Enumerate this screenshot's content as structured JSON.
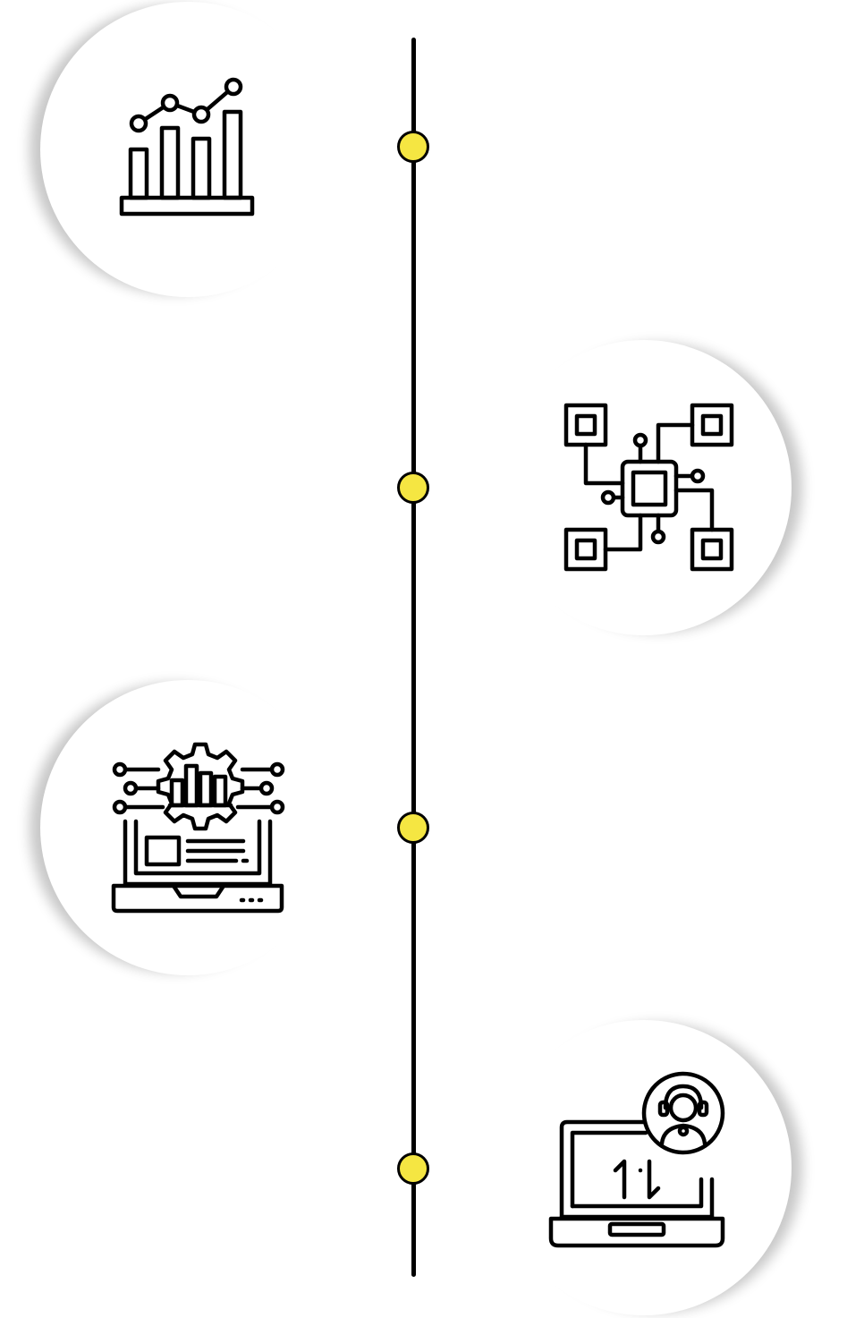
{
  "colors": {
    "line": "#000000",
    "node_fill": "#f5e642",
    "stroke": "#000000",
    "bubble": "#ffffff"
  },
  "steps": [
    {
      "side": "left",
      "icon": "bar-chart-trend-icon"
    },
    {
      "side": "right",
      "icon": "circuit-network-icon"
    },
    {
      "side": "left",
      "icon": "laptop-gear-analytics-icon"
    },
    {
      "side": "right",
      "icon": "laptop-support-transfer-icon"
    }
  ]
}
